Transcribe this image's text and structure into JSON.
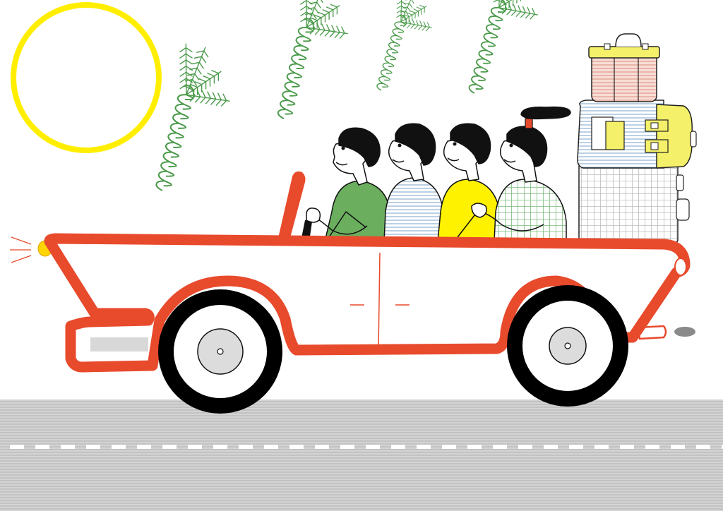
{
  "colors": {
    "background": "#ffffff",
    "sun": "#ffee00",
    "car_body": "#e84a2c",
    "tire": "#000000",
    "hubcap": "#dcdcdc",
    "road": "#c9c9c9",
    "road_line": "#ffffff",
    "palm": "#4a9a4a",
    "hair": "#111111",
    "skin": "#ffffff",
    "shirt_green": "#6aae5e",
    "shirt_blue_stripe": "#b9cde3",
    "shirt_yellow": "#fff200",
    "shirt_green_check": "#bfdcbf",
    "suitcase_pink": "#f2c2b8",
    "suitcase_yellow": "#f4f06a",
    "suitcase_blue": "#cfe0f0",
    "suitcase_gray": "#f0f0f0",
    "headlight": "#ffd400",
    "exhaust": "#8a8a8a"
  },
  "scene": {
    "subject": "car",
    "passengers": 4,
    "palm_trees": 4,
    "luggage_items": 4
  }
}
